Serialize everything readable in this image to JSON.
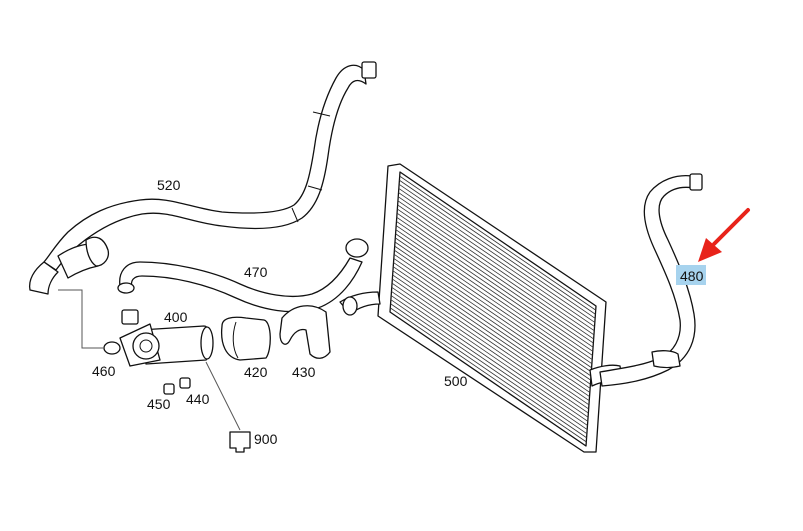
{
  "diagram": {
    "highlight_color": "#a7d3ee",
    "arrow_color": "#e8231a",
    "parts": [
      {
        "id": "p520",
        "label": "520"
      },
      {
        "id": "p470",
        "label": "470"
      },
      {
        "id": "p400",
        "label": "400"
      },
      {
        "id": "p420",
        "label": "420"
      },
      {
        "id": "p430",
        "label": "430"
      },
      {
        "id": "p460",
        "label": "460"
      },
      {
        "id": "p450",
        "label": "450"
      },
      {
        "id": "p440",
        "label": "440"
      },
      {
        "id": "p900",
        "label": "900"
      },
      {
        "id": "p500",
        "label": "500"
      },
      {
        "id": "p480",
        "label": "480",
        "highlighted": true
      }
    ]
  }
}
